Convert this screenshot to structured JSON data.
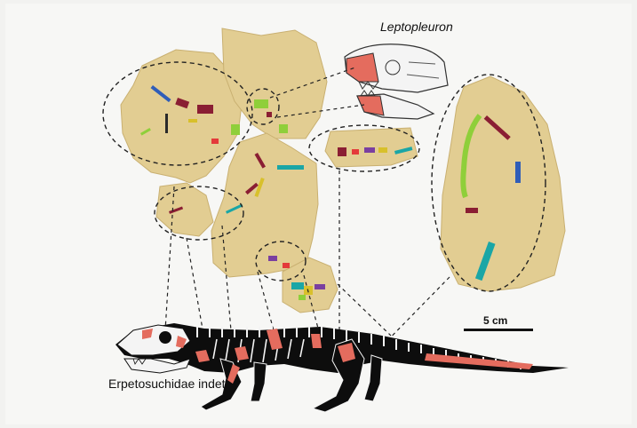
{
  "figure": {
    "labels": {
      "leptopleuron": "Leptopleuron",
      "erpetosuchidae": "Erpetosuchidae indet",
      "scale_bar": "5 cm"
    },
    "colors": {
      "background": "#ffffff",
      "page_wash": "#f2f2f0",
      "rock": "#e2cd92",
      "rock_edge": "#c9b071",
      "highlight_red": "#e46c5e",
      "bone_white": "#f4f4f4",
      "skeleton_black": "#0d0d0d",
      "green_bone": "#8fcf3a",
      "blue_bone": "#2f5db8",
      "teal_bone": "#1aa6a6",
      "maroon_bone": "#8a1e33",
      "purple_bone": "#7a3fa0",
      "yellow_bone": "#d8c02b"
    }
  }
}
